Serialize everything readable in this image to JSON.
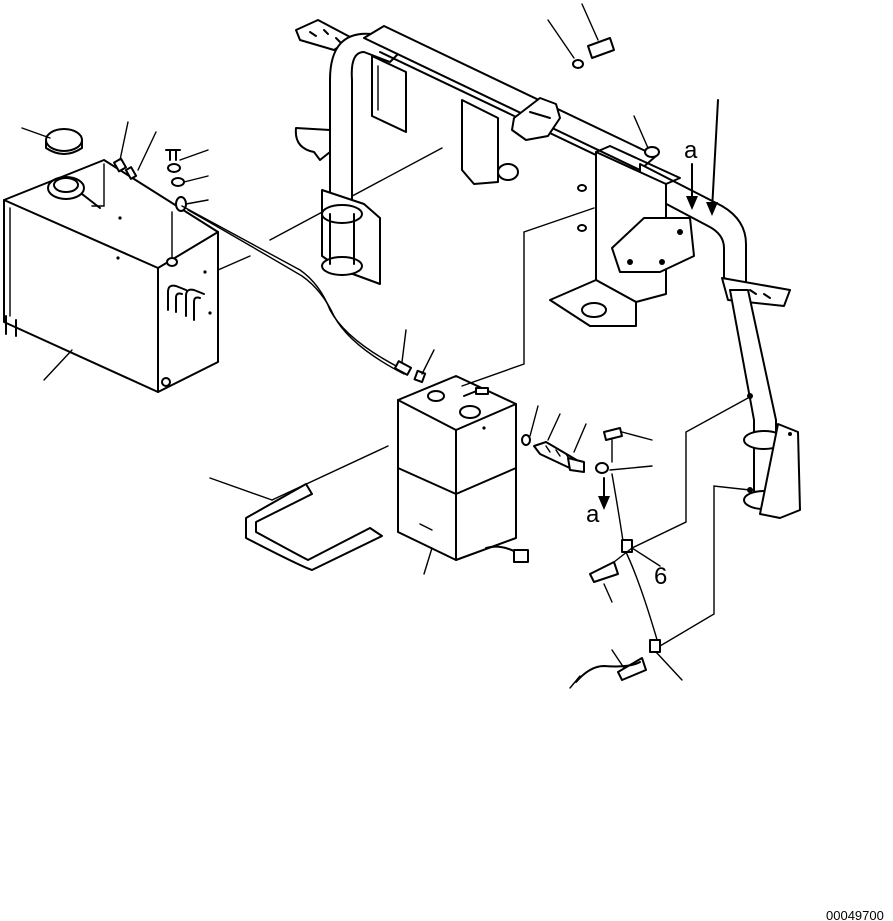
{
  "labels": {
    "view_a_top": "a",
    "view_a_bottom": "a",
    "item_6": "6"
  },
  "drawing_number": "00049700"
}
